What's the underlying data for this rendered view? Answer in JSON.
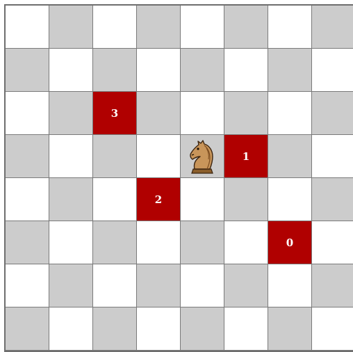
{
  "board": {
    "rows": 8,
    "cols": 8,
    "light_color": "#ffffff",
    "dark_color": "#cccccc",
    "marked_color": "#b00000",
    "top_left_is_light": true
  },
  "knight": {
    "row": 3,
    "col": 4,
    "icon": "knight-icon"
  },
  "marked_squares": [
    {
      "row": 5,
      "col": 6,
      "label": "0"
    },
    {
      "row": 3,
      "col": 5,
      "label": "1"
    },
    {
      "row": 4,
      "col": 3,
      "label": "2"
    },
    {
      "row": 2,
      "col": 2,
      "label": "3"
    }
  ]
}
